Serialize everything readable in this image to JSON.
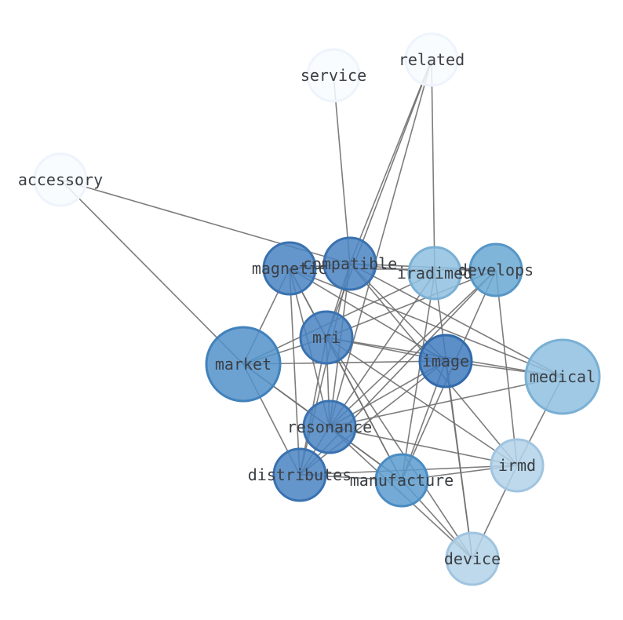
{
  "graph": {
    "nodes": [
      {
        "id": "related",
        "label": "related",
        "color": "#f7fbff",
        "stroke": "#eef4fc"
      },
      {
        "id": "service",
        "label": "service",
        "color": "#f7fbff",
        "stroke": "#eef4fc"
      },
      {
        "id": "accessory",
        "label": "accessory",
        "color": "#f7fbff",
        "stroke": "#eef4fc"
      },
      {
        "id": "magnetic",
        "label": "magnetic",
        "color": "#4a84c2",
        "stroke": "#3a72b0"
      },
      {
        "id": "compatible",
        "label": "compatible",
        "color": "#4a84c2",
        "stroke": "#3a72b0"
      },
      {
        "id": "iradimed",
        "label": "iradimed",
        "color": "#8fc0e0",
        "stroke": "#7ab0d4"
      },
      {
        "id": "develops",
        "label": "develops",
        "color": "#6aa8d4",
        "stroke": "#5696c6"
      },
      {
        "id": "mri",
        "label": "mri",
        "color": "#4a84c2",
        "stroke": "#3a72b0"
      },
      {
        "id": "market",
        "label": "market",
        "color": "#5292ca",
        "stroke": "#4282bc"
      },
      {
        "id": "image",
        "label": "image",
        "color": "#3f7abd",
        "stroke": "#306aab"
      },
      {
        "id": "medical",
        "label": "medical",
        "color": "#8fc0e0",
        "stroke": "#7ab0d4"
      },
      {
        "id": "resonance",
        "label": "resonance",
        "color": "#4a84c2",
        "stroke": "#3a72b0"
      },
      {
        "id": "distributes",
        "label": "distributes",
        "color": "#4a84c2",
        "stroke": "#3a72b0"
      },
      {
        "id": "manufacture",
        "label": "manufacture",
        "color": "#5c9ccf",
        "stroke": "#4a8cc2"
      },
      {
        "id": "irmd",
        "label": "irmd",
        "color": "#b2d2e8",
        "stroke": "#a0c4e0"
      },
      {
        "id": "device",
        "label": "device",
        "color": "#b2d2e8",
        "stroke": "#a0c4e0"
      }
    ],
    "edges": [
      [
        "related",
        "compatible"
      ],
      [
        "related",
        "mri"
      ],
      [
        "related",
        "iradimed"
      ],
      [
        "related",
        "resonance"
      ],
      [
        "service",
        "compatible"
      ],
      [
        "accessory",
        "compatible"
      ],
      [
        "accessory",
        "market"
      ],
      [
        "magnetic",
        "compatible"
      ],
      [
        "magnetic",
        "mri"
      ],
      [
        "magnetic",
        "market"
      ],
      [
        "magnetic",
        "image"
      ],
      [
        "magnetic",
        "medical"
      ],
      [
        "magnetic",
        "resonance"
      ],
      [
        "magnetic",
        "distributes"
      ],
      [
        "magnetic",
        "manufacture"
      ],
      [
        "magnetic",
        "develops"
      ],
      [
        "compatible",
        "mri"
      ],
      [
        "compatible",
        "image"
      ],
      [
        "compatible",
        "medical"
      ],
      [
        "compatible",
        "resonance"
      ],
      [
        "compatible",
        "distributes"
      ],
      [
        "compatible",
        "irmd"
      ],
      [
        "compatible",
        "develops"
      ],
      [
        "compatible",
        "iradimed"
      ],
      [
        "iradimed",
        "market"
      ],
      [
        "iradimed",
        "resonance"
      ],
      [
        "iradimed",
        "device"
      ],
      [
        "iradimed",
        "manufacture"
      ],
      [
        "develops",
        "mri"
      ],
      [
        "develops",
        "resonance"
      ],
      [
        "develops",
        "distributes"
      ],
      [
        "develops",
        "manufacture"
      ],
      [
        "develops",
        "irmd"
      ],
      [
        "mri",
        "market"
      ],
      [
        "mri",
        "image"
      ],
      [
        "mri",
        "medical"
      ],
      [
        "mri",
        "resonance"
      ],
      [
        "mri",
        "distributes"
      ],
      [
        "mri",
        "manufacture"
      ],
      [
        "mri",
        "device"
      ],
      [
        "mri",
        "irmd"
      ],
      [
        "market",
        "image"
      ],
      [
        "market",
        "resonance"
      ],
      [
        "market",
        "manufacture"
      ],
      [
        "market",
        "distributes"
      ],
      [
        "image",
        "medical"
      ],
      [
        "image",
        "resonance"
      ],
      [
        "image",
        "manufacture"
      ],
      [
        "image",
        "device"
      ],
      [
        "image",
        "distributes"
      ],
      [
        "medical",
        "resonance"
      ],
      [
        "medical",
        "irmd"
      ],
      [
        "resonance",
        "distributes"
      ],
      [
        "resonance",
        "manufacture"
      ],
      [
        "resonance",
        "irmd"
      ],
      [
        "resonance",
        "device"
      ],
      [
        "distributes",
        "manufacture"
      ],
      [
        "distributes",
        "irmd"
      ],
      [
        "manufacture",
        "device"
      ],
      [
        "manufacture",
        "irmd"
      ],
      [
        "irmd",
        "device"
      ]
    ]
  }
}
